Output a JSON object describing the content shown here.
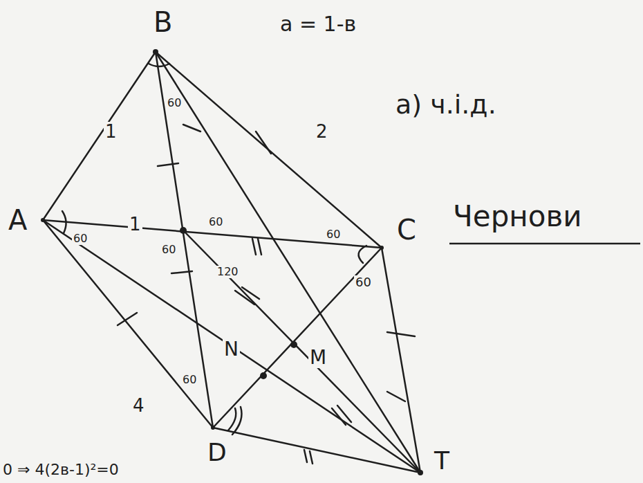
{
  "diagram": {
    "labels": [
      "B",
      "a = 1-в",
      "a) ч.і.д.",
      "Чернови",
      "A",
      "C",
      "D",
      "T",
      "1",
      "2",
      "1",
      "4",
      "60",
      "60",
      "60",
      "60",
      "60",
      "60",
      "120",
      "60",
      "M",
      "N",
      "0 ⇒ 4(2в-1)²=0"
    ]
  }
}
